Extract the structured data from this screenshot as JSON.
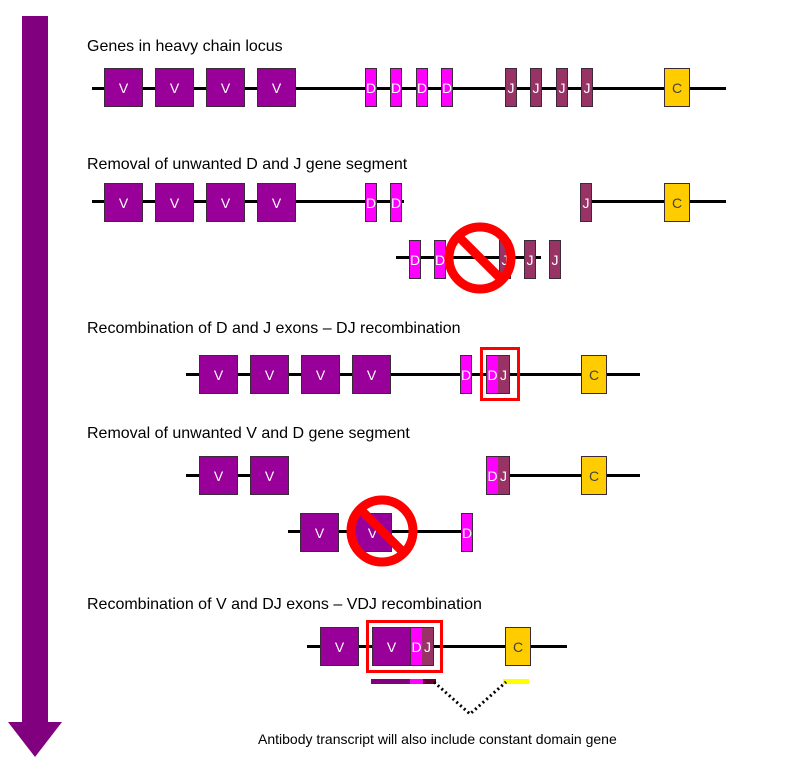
{
  "colors": {
    "arrow": "#800080",
    "v_segment": "#990099",
    "d_segment": "#ff00ff",
    "j_segment": "#993366",
    "c_segment": "#ffcc00",
    "highlight_box": "#ff0000",
    "prohibit_sign": "#ff0000",
    "transcript_c": "#ffff00",
    "transcript_j": "#660033"
  },
  "labels": {
    "v": "V",
    "d": "D",
    "j": "J",
    "c": "C"
  },
  "steps": [
    {
      "title": "Genes in heavy chain locus"
    },
    {
      "title": "Removal of unwanted D and J gene segment"
    },
    {
      "title": "Recombination of D and J exons – DJ recombination"
    },
    {
      "title": "Removal of unwanted V and D gene segment"
    },
    {
      "title": "Recombination of V and DJ exons – VDJ recombination"
    }
  ],
  "caption": "Antibody transcript will also include constant domain gene"
}
